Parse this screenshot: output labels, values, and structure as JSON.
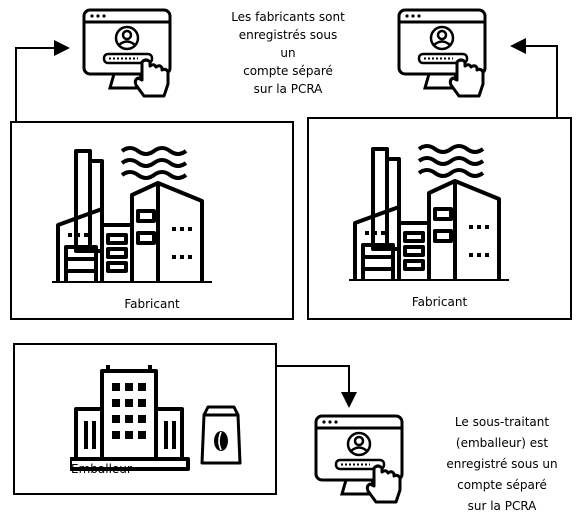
{
  "top_note": {
    "lines": [
      "Les fabricants sont",
      "enregistrés sous",
      "un",
      "compte séparé",
      "sur la PCRA"
    ]
  },
  "bottom_note": {
    "lines": [
      "Le sous-traitant",
      "(emballeur) est",
      "enregistré sous un",
      "compte séparé",
      "sur la PCRA"
    ]
  },
  "manufacturer_left": {
    "label": "Fabricant"
  },
  "manufacturer_right": {
    "label": "Fabricant"
  },
  "packer": {
    "label": "Emballeur"
  }
}
